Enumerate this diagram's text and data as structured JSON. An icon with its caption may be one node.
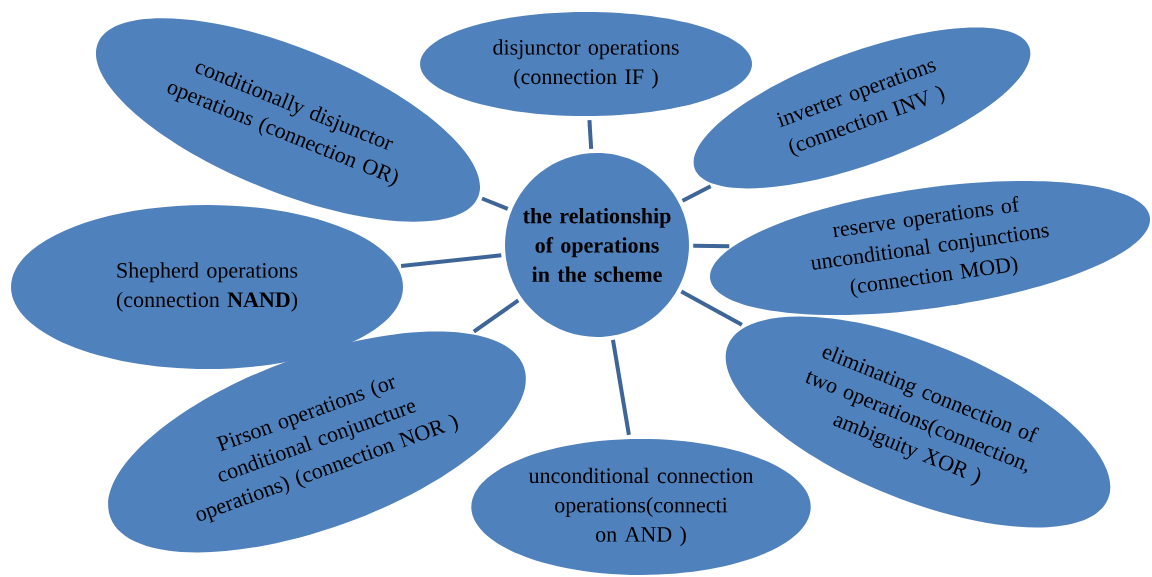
{
  "diagram": {
    "nodes": [
      {
        "text": [
          "the relationship of operations in the scheme"
        ]
      },
      {
        "text": [
          "disjunctor operations (connection  IF )"
        ]
      },
      {
        "text": [
          "inverter operations (connection INV )"
        ]
      },
      {
        "text": [
          "reserve operations of unconditional conjunctions (connection MOD)"
        ]
      },
      {
        "text": [
          "eliminating connection of two operations(connection, ambiguity XOR )"
        ]
      },
      {
        "text": [
          "unconditional connection operations(connecti on AND )"
        ]
      },
      {
        "text": [
          "Pirson operations (or conditional conjuncture operations) (connection NOR )"
        ]
      },
      {
        "text": [
          "Shepherd operations (connection **NAND**)"
        ]
      },
      {
        "text": [
          "conditionally disjunctor operations (connection OR)"
        ]
      }
    ],
    "edges": [
      {
        "from": 0,
        "to": 1,
        "arrow": "none"
      },
      {
        "from": 0,
        "to": 2,
        "arrow": "none"
      },
      {
        "from": 0,
        "to": 3,
        "arrow": "none"
      },
      {
        "from": 0,
        "to": 4,
        "arrow": "none"
      },
      {
        "from": 0,
        "to": 5,
        "arrow": "none"
      },
      {
        "from": 0,
        "to": 6,
        "arrow": "none"
      },
      {
        "from": 0,
        "to": 7,
        "arrow": "none"
      },
      {
        "from": 0,
        "to": 8,
        "arrow": "none"
      }
    ]
  }
}
